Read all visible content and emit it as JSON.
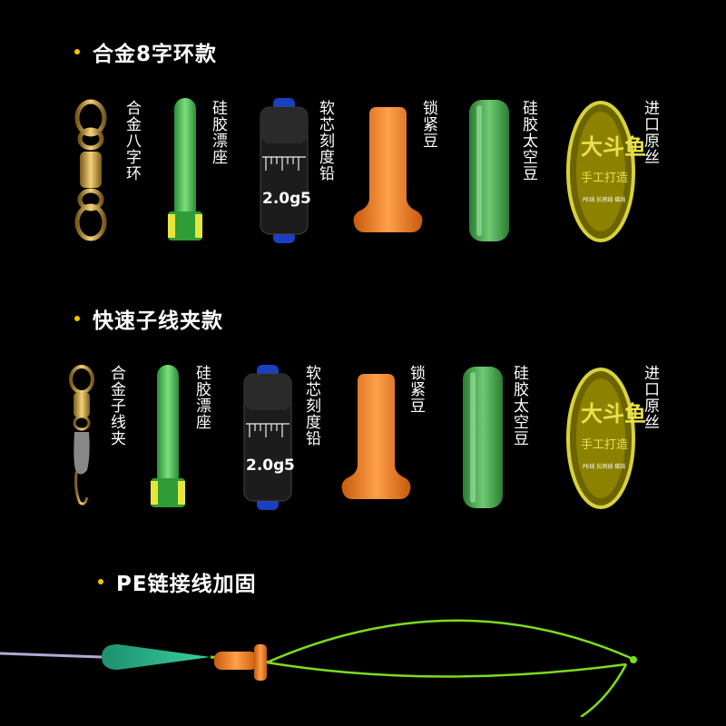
{
  "section1": {
    "title": "合金8字环款",
    "labels": [
      "合金八字环",
      "硅胶漂座",
      "软芯刻度铅",
      "锁紧豆",
      "硅胶太空豆",
      "进口原丝"
    ]
  },
  "section2": {
    "title": "快速子线夹款",
    "labels": [
      "合金子线夹",
      "硅胶漂座",
      "软芯刻度铅",
      "锁紧豆",
      "硅胶太空豆",
      "进口原丝"
    ]
  },
  "section3": {
    "title": "PE链接线加固"
  },
  "weight": {
    "text": "2.0g",
    "mark": "5"
  },
  "spool": {
    "brand": "大斗鱼",
    "sub": "手工打造",
    "small": "PE线 抗刺线 碳线"
  },
  "colors": {
    "accent": "#f5c400",
    "green": "#3ec24a",
    "orange": "#f2801f",
    "line": "#7ddc1f",
    "gold": "#c9a23a"
  }
}
